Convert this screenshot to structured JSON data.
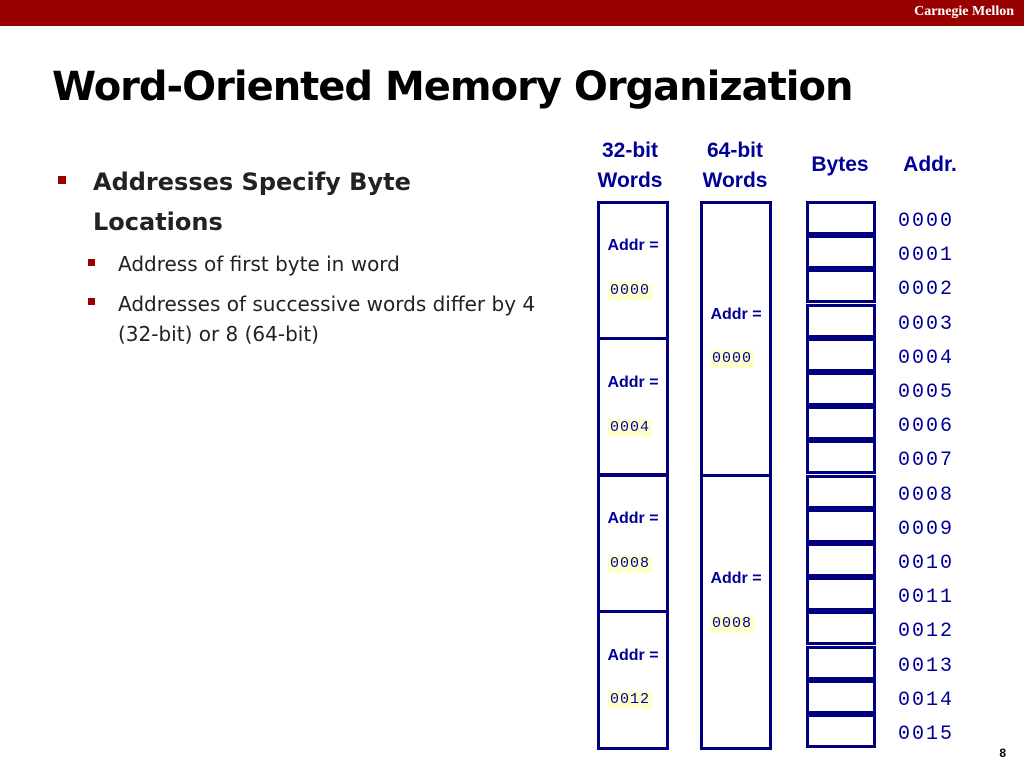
{
  "header": {
    "brand": "Carnegie Mellon"
  },
  "slide": {
    "title": "Word-Oriented Memory Organization",
    "bullet": "Addresses Specify Byte Locations",
    "sub_bullets": [
      "Address of first byte in word",
      "Addresses of successive words differ by 4 (32-bit) or 8 (64-bit)"
    ],
    "page_number": "8"
  },
  "diagram": {
    "col32_header": "32-bit Words",
    "col64_header": "64-bit Words",
    "bytes_header": "Bytes",
    "addr_header": "Addr.",
    "addr_label": "Addr =",
    "words32": [
      "0000",
      "0004",
      "0008",
      "0012"
    ],
    "words64": [
      "0000",
      "0008"
    ],
    "byte_addresses": [
      "0000",
      "0001",
      "0002",
      "0003",
      "0004",
      "0005",
      "0006",
      "0007",
      "0008",
      "0009",
      "0010",
      "0011",
      "0012",
      "0013",
      "0014",
      "0015"
    ],
    "colors": {
      "brand": "#990000",
      "diagram": "#000099",
      "highlight": "#ffffcc"
    }
  }
}
